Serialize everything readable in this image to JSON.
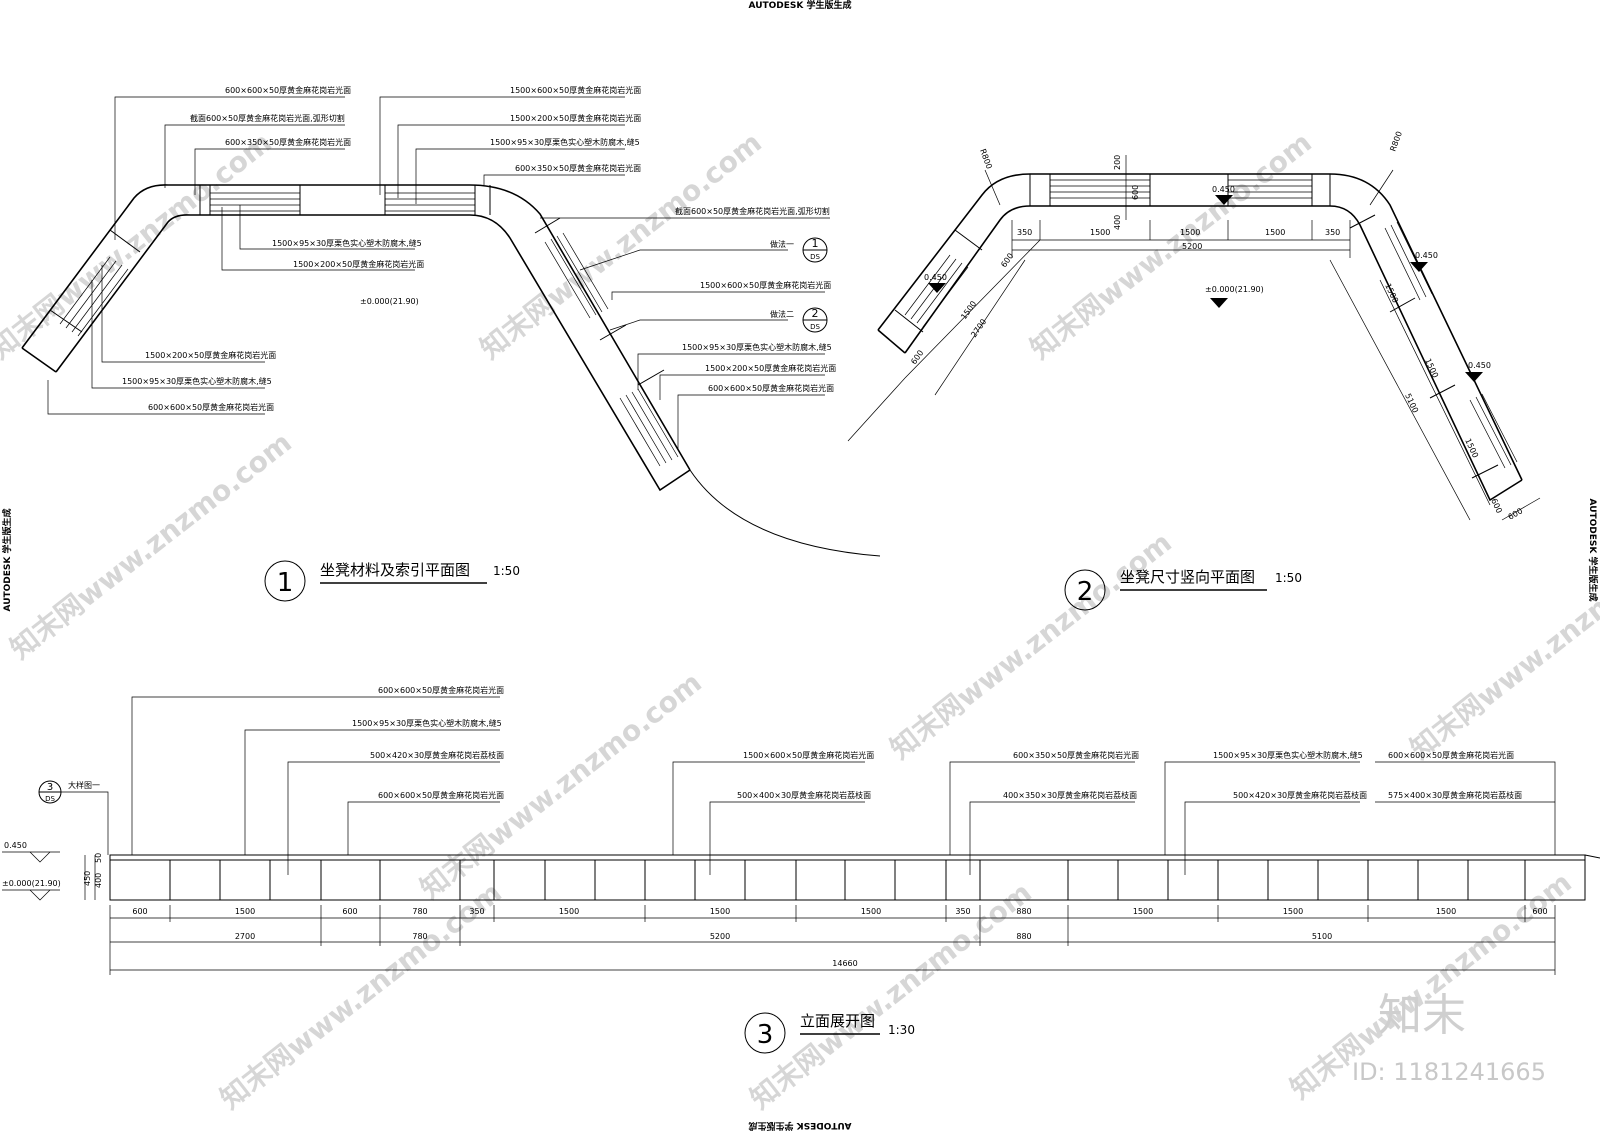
{
  "stamps": {
    "top": "AUTODESK 学生版生成",
    "left": "AUTODESK 学生版生成",
    "right": "AUTODESK 学生版生成",
    "bottom": "AUTODESK 学生版生成"
  },
  "plan1": {
    "labels": [
      "600×600×50厚黄金麻花岗岩光面",
      "截面600×50厚黄金麻花岗岩光面,弧形切割",
      "600×350×50厚黄金麻花岗岩光面",
      "1500×600×50厚黄金麻花岗岩光面",
      "1500×200×50厚黄金麻花岗岩光面",
      "1500×95×30厚栗色实心塑木防腐木,缝5",
      "600×350×50厚黄金麻花岗岩光面",
      "截面600×50厚黄金麻花岗岩光面,弧形切割",
      "1500×95×30厚栗色实心塑木防腐木,缝5",
      "1500×200×50厚黄金麻花岗岩光面",
      "1500×600×50厚黄金麻花岗岩光面",
      "1500×95×30厚栗色实心塑木防腐木,缝5",
      "1500×200×50厚黄金麻花岗岩光面",
      "600×600×50厚黄金麻花岗岩光面",
      "1500×200×50厚黄金麻花岗岩光面",
      "1500×95×30厚栗色实心塑木防腐木,缝5",
      "600×600×50厚黄金麻花岗岩光面"
    ],
    "index1": {
      "text": "做法一",
      "num": "1",
      "sheet": "DS"
    },
    "index2": {
      "text": "做法二",
      "num": "2",
      "sheet": "DS"
    },
    "elevation": "±0.000(21.90)",
    "title": {
      "num": "1",
      "text": "坐凳材料及索引平面图",
      "scale": "1:50"
    }
  },
  "plan2": {
    "radius_left": "R800",
    "radius_right": "R800",
    "top_dims": [
      "350",
      "1500",
      "1500",
      "1500",
      "350"
    ],
    "top_total": "5200",
    "depth_dims": [
      "200",
      "400",
      "600"
    ],
    "left_dims": [
      "600",
      "1500",
      "600",
      "2700"
    ],
    "right_dims": [
      "1500",
      "1500",
      "1500",
      "600",
      "5100"
    ],
    "right_depth": "600",
    "levels": [
      "0.450",
      "0.450",
      "0.450",
      "0.450"
    ],
    "elevation": "±0.000(21.90)",
    "title": {
      "num": "2",
      "text": "坐凳尺寸竖向平面图",
      "scale": "1:50"
    }
  },
  "elev3": {
    "labels": [
      "600×600×50厚黄金麻花岗岩光面",
      "1500×95×30厚栗色实心塑木防腐木,缝5",
      "500×420×30厚黄金麻花岗岩荔枝面",
      "600×600×50厚黄金麻花岗岩光面",
      "1500×600×50厚黄金麻花岗岩光面",
      "500×400×30厚黄金麻花岗岩荔枝面",
      "600×350×50厚黄金麻花岗岩光面",
      "400×350×30厚黄金麻花岗岩荔枝面",
      "1500×95×30厚栗色实心塑木防腐木,缝5",
      "500×420×30厚黄金麻花岗岩荔枝面",
      "600×600×50厚黄金麻花岗岩光面",
      "575×400×30厚黄金麻花岗岩荔枝面"
    ],
    "detail": {
      "num": "3",
      "sheet": "DS",
      "text": "大样图一"
    },
    "level_top": "0.450",
    "level_base": "±0.000(21.90)",
    "height_dims": [
      "50",
      "400",
      "450"
    ],
    "dims_row1": [
      "600",
      "1500",
      "600",
      "780",
      "350",
      "1500",
      "1500",
      "1500",
      "350",
      "880",
      "1500",
      "1500",
      "1500",
      "600"
    ],
    "dims_row2": [
      "2700",
      "780",
      "5200",
      "880",
      "5100"
    ],
    "dims_total": "14660",
    "title": {
      "num": "3",
      "text": "立面展开图",
      "scale": "1:30"
    }
  },
  "watermark": {
    "text": "知末网www.znzmo.com",
    "brand": "知末",
    "id": "ID: 1181241665"
  }
}
